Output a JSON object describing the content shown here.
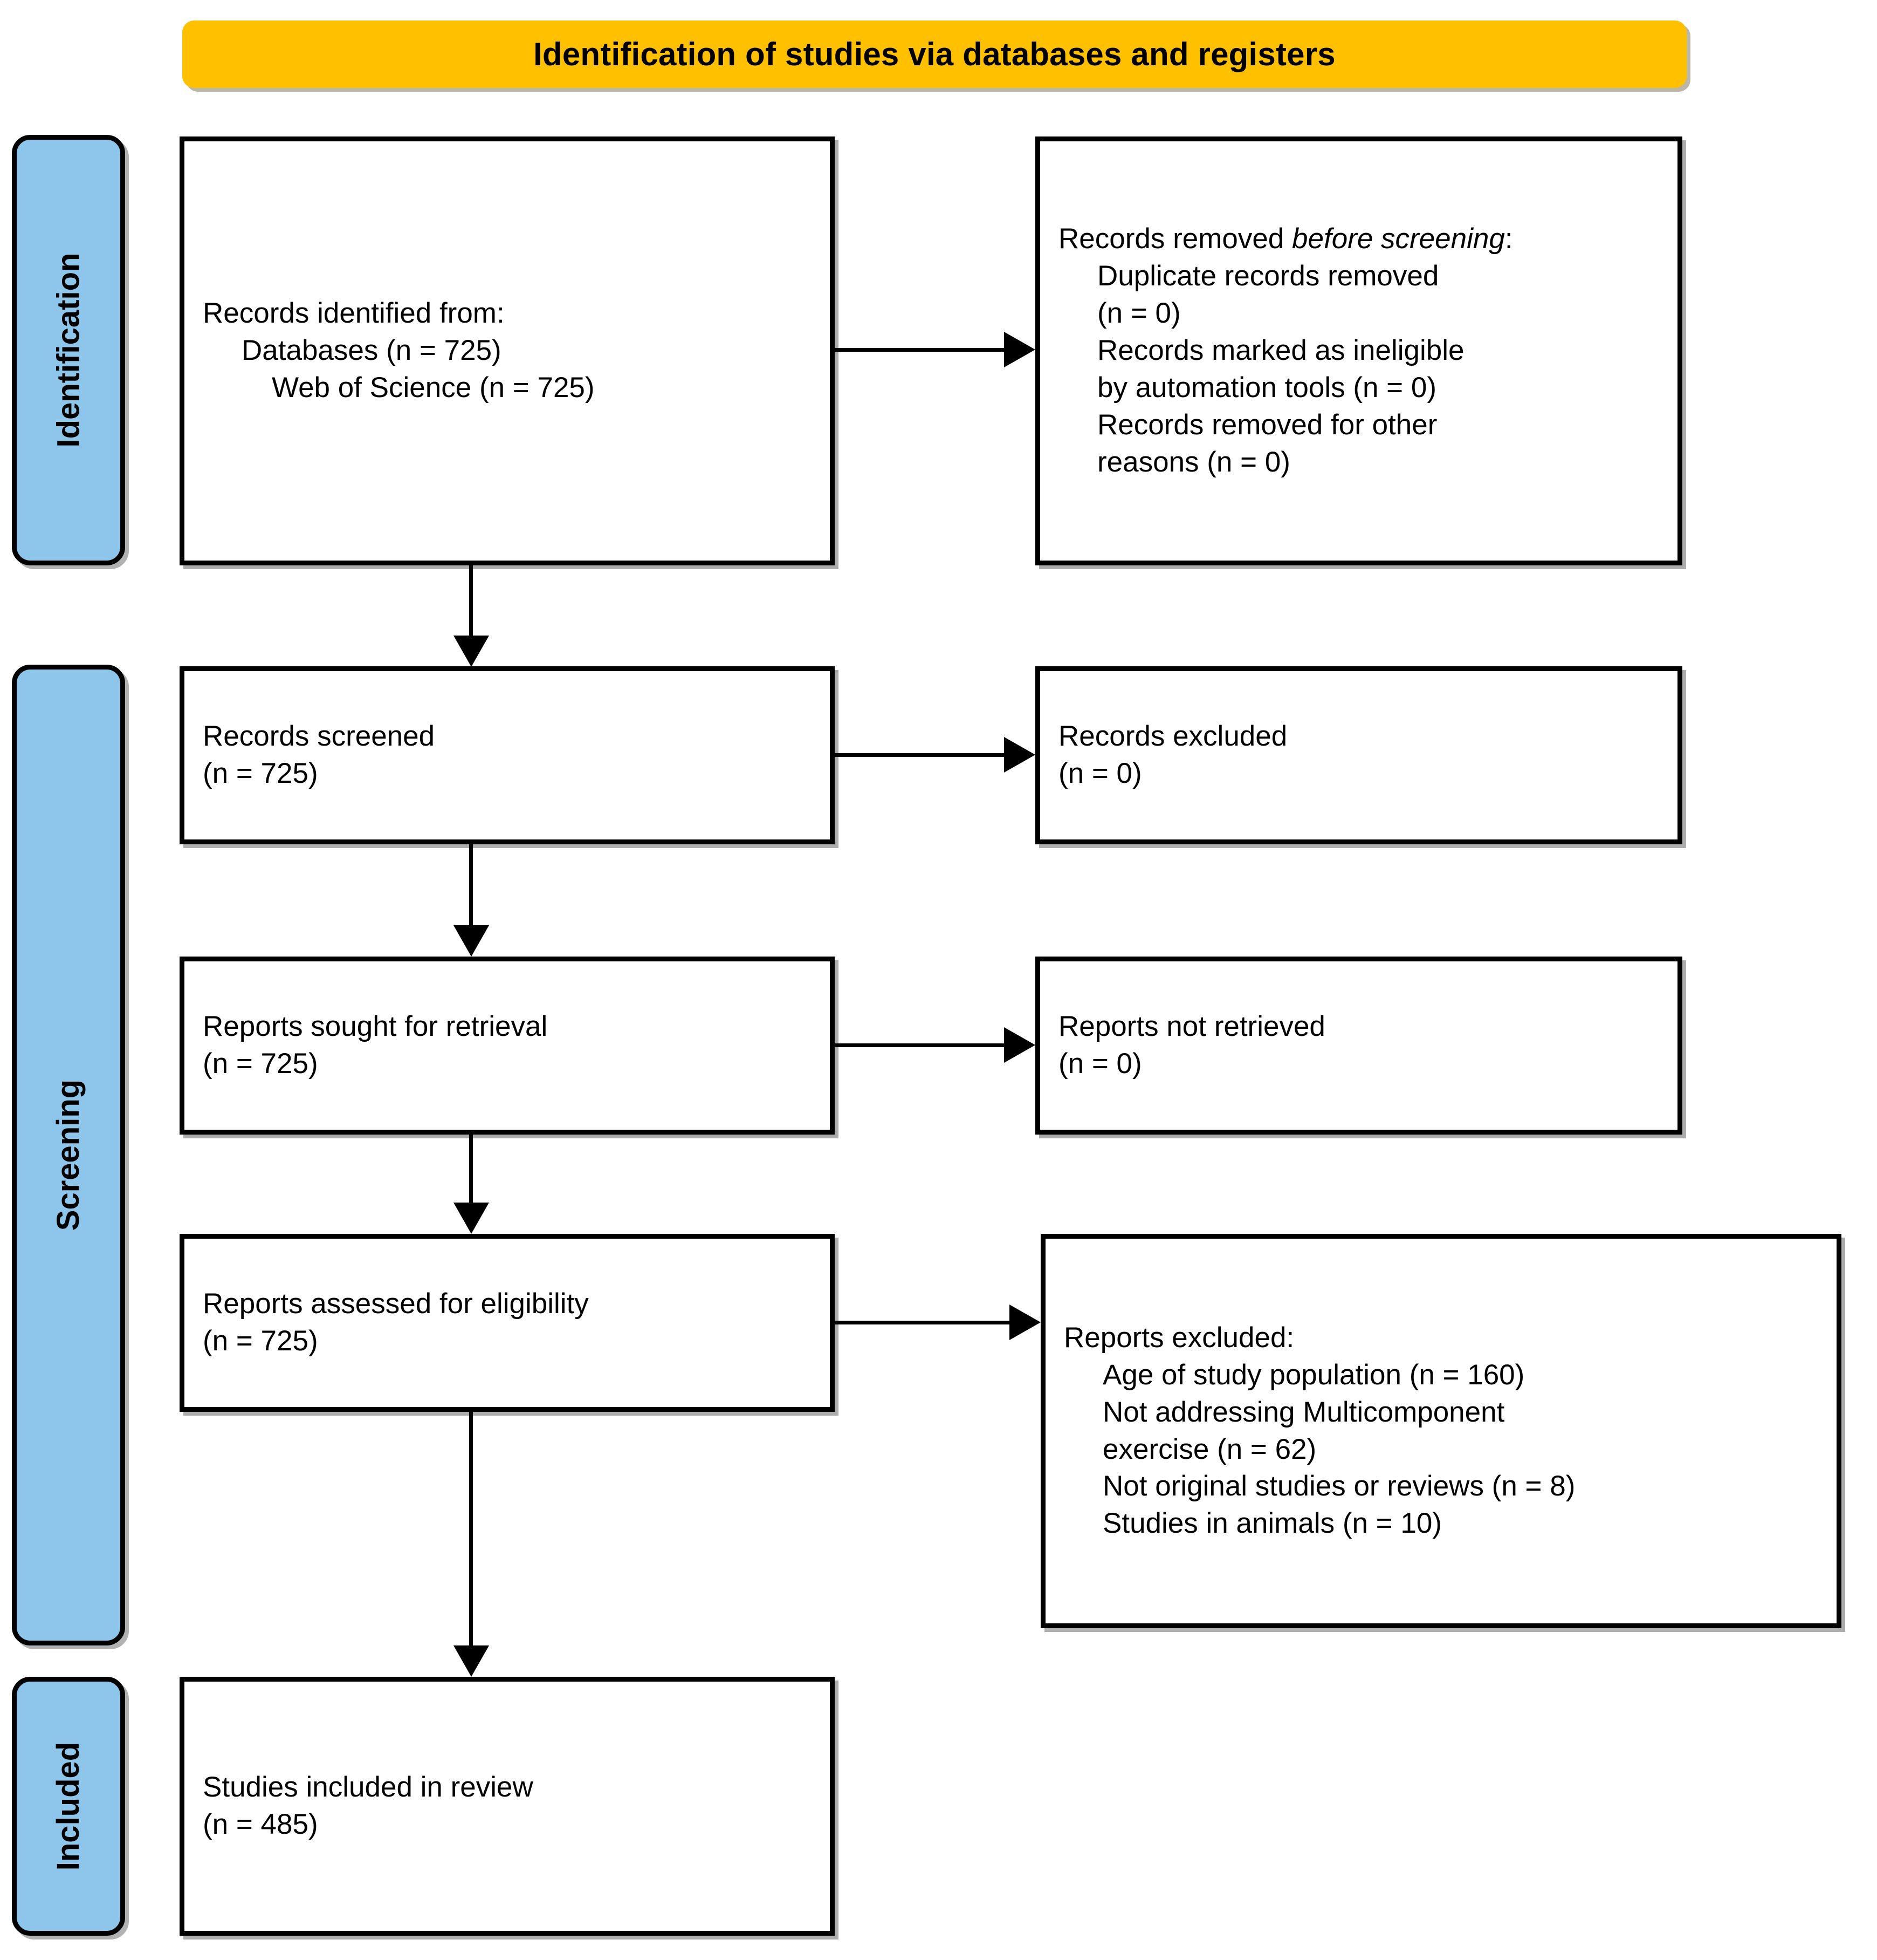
{
  "banner": {
    "title": "Identification of studies via databases and registers",
    "color": "#FFC000"
  },
  "stages": {
    "color": "#8EC6EB",
    "identification": "Identification",
    "screening": "Screening",
    "included": "Included"
  },
  "boxes": {
    "identified": {
      "title": "Records identified from:",
      "item_databases": "Databases (n = 725)",
      "item_wos": "Web of Science (n = 725)"
    },
    "removed_before": {
      "title_plain": "Records removed ",
      "title_italic": "before screening",
      "title_colon": ":",
      "item_duplicates": "Duplicate records removed",
      "item_duplicates_n": "(n = 0)",
      "item_automation": "Records marked as ineligible",
      "item_automation_n": "by automation tools (n = 0)",
      "item_other": "Records removed for other",
      "item_other_n": "reasons (n = 0)"
    },
    "screened": {
      "title": "Records screened",
      "count": "(n = 725)"
    },
    "records_excluded": {
      "title": "Records excluded",
      "count": "(n = 0)"
    },
    "sought": {
      "title": "Reports sought for retrieval",
      "count": "(n = 725)"
    },
    "not_retrieved": {
      "title": "Reports not retrieved",
      "count": "(n = 0)"
    },
    "assessed": {
      "title": "Reports assessed for eligibility",
      "count": "(n = 725)"
    },
    "reports_excluded": {
      "title": "Reports excluded:",
      "item_age": "Age of study population (n = 160)",
      "item_multicomponent": "Not addressing Multicomponent",
      "item_multicomponent_2": "exercise (n = 62)",
      "item_not_original": "Not original studies or reviews (n = 8)",
      "item_animals": "Studies in animals (n = 10)"
    },
    "included": {
      "title": "Studies included in review",
      "count": "(n = 485)"
    }
  },
  "chart_data": {
    "type": "flowchart",
    "title": "Identification of studies via databases and registers",
    "nodes": [
      {
        "id": "identified",
        "stage": "Identification",
        "column": "left",
        "label": "Records identified from: Databases (n = 725); Web of Science (n = 725)",
        "n": 725
      },
      {
        "id": "removed_before",
        "stage": "Identification",
        "column": "right",
        "label": "Records removed before screening: Duplicate records removed (n = 0); Records marked as ineligible by automation tools (n = 0); Records removed for other reasons (n = 0)",
        "n": 0
      },
      {
        "id": "screened",
        "stage": "Screening",
        "column": "left",
        "label": "Records screened",
        "n": 725
      },
      {
        "id": "records_excluded",
        "stage": "Screening",
        "column": "right",
        "label": "Records excluded",
        "n": 0
      },
      {
        "id": "sought",
        "stage": "Screening",
        "column": "left",
        "label": "Reports sought for retrieval",
        "n": 725
      },
      {
        "id": "not_retrieved",
        "stage": "Screening",
        "column": "right",
        "label": "Reports not retrieved",
        "n": 0
      },
      {
        "id": "assessed",
        "stage": "Screening",
        "column": "left",
        "label": "Reports assessed for eligibility",
        "n": 725
      },
      {
        "id": "reports_excluded",
        "stage": "Screening",
        "column": "right",
        "label": "Reports excluded",
        "breakdown": [
          {
            "reason": "Age of study population",
            "n": 160
          },
          {
            "reason": "Not addressing Multicomponent exercise",
            "n": 62
          },
          {
            "reason": "Not original studies or reviews",
            "n": 8
          },
          {
            "reason": "Studies in animals",
            "n": 10
          }
        ]
      },
      {
        "id": "included",
        "stage": "Included",
        "column": "left",
        "label": "Studies included in review",
        "n": 485
      }
    ],
    "edges": [
      {
        "from": "identified",
        "to": "removed_before",
        "direction": "right"
      },
      {
        "from": "identified",
        "to": "screened",
        "direction": "down"
      },
      {
        "from": "screened",
        "to": "records_excluded",
        "direction": "right"
      },
      {
        "from": "screened",
        "to": "sought",
        "direction": "down"
      },
      {
        "from": "sought",
        "to": "not_retrieved",
        "direction": "right"
      },
      {
        "from": "sought",
        "to": "assessed",
        "direction": "down"
      },
      {
        "from": "assessed",
        "to": "reports_excluded",
        "direction": "right"
      },
      {
        "from": "assessed",
        "to": "included",
        "direction": "down"
      }
    ]
  }
}
